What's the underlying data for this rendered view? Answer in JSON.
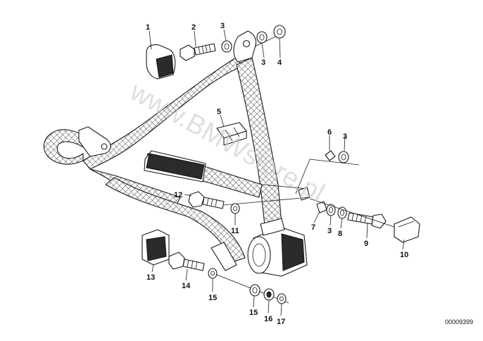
{
  "diagram": {
    "watermark": "www.BMWstore.pl",
    "doc_number": "00009399",
    "part_labels": [
      "1",
      "2",
      "3",
      "3",
      "4",
      "5",
      "6",
      "3",
      "7",
      "3",
      "8",
      "9",
      "10",
      "12",
      "11",
      "13",
      "14",
      "15",
      "15",
      "16",
      "17"
    ]
  }
}
